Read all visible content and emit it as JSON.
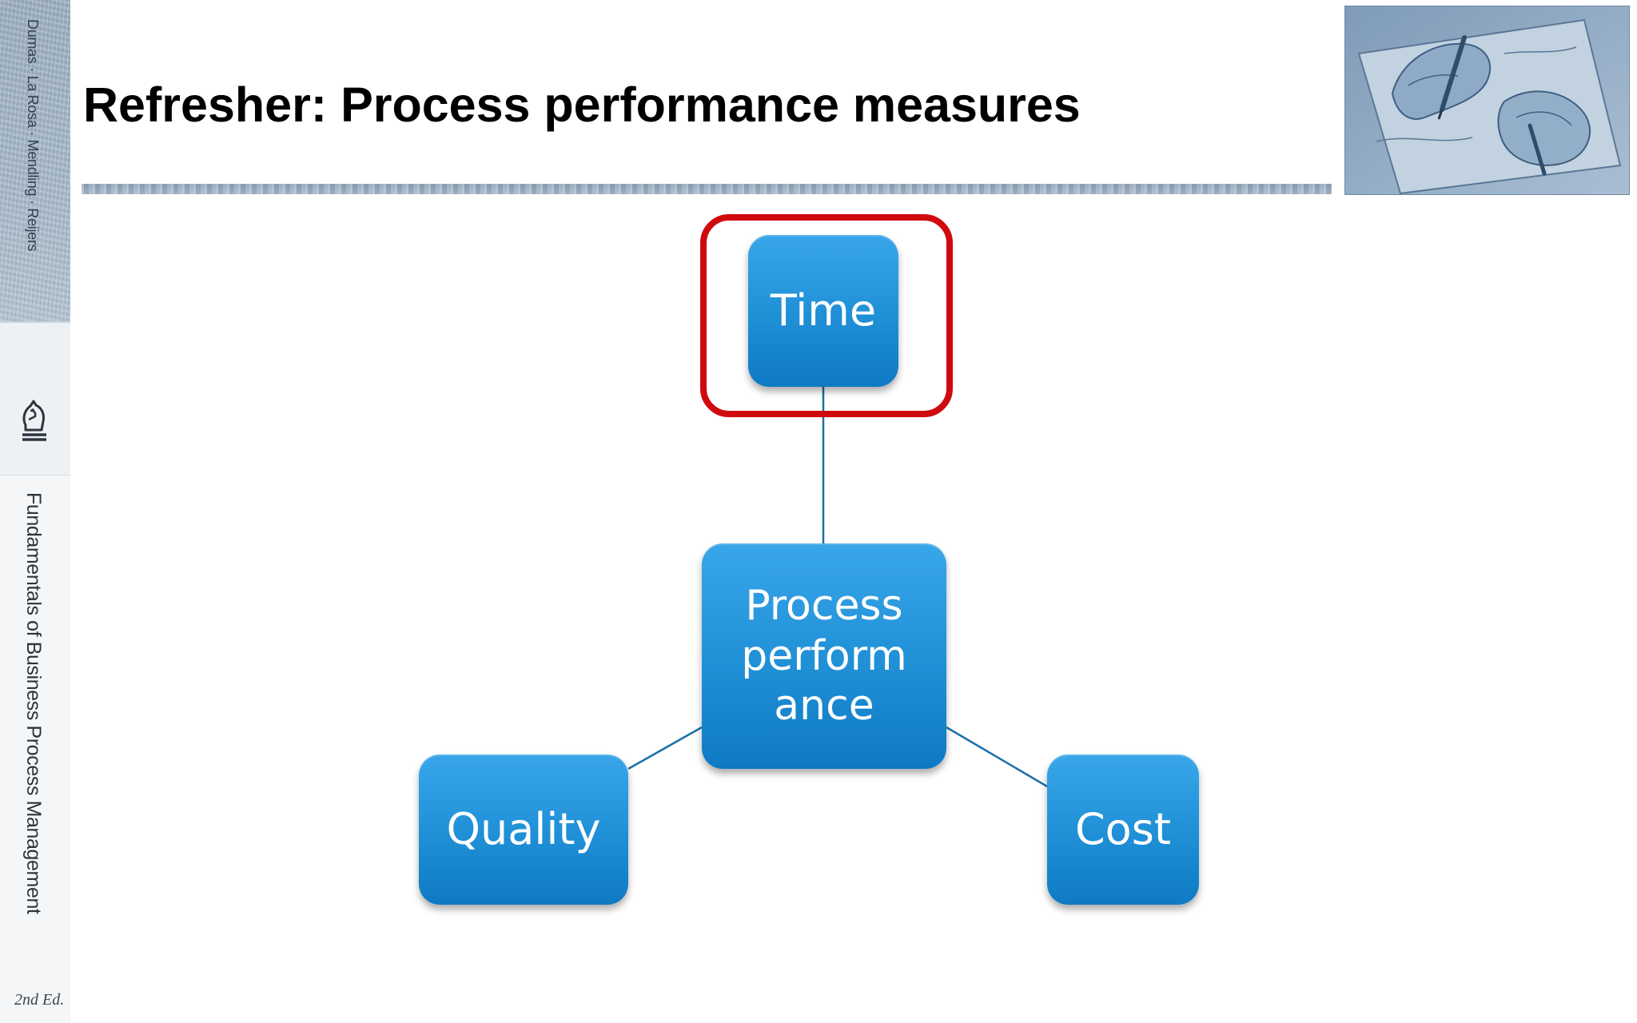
{
  "slide": {
    "title": "Refresher: Process performance measures"
  },
  "spine": {
    "authors": "Dumas · La Rosa · Mendling · Reijers",
    "book_title": "Fundamentals of Business Process Management",
    "edition": "2nd Ed."
  },
  "diagram": {
    "center_label": "Process perform ance",
    "center_lines": [
      "Process",
      "perform",
      "ance"
    ],
    "nodes": {
      "time": "Time",
      "quality": "Quality",
      "cost": "Cost"
    },
    "highlighted": "Time",
    "colors": {
      "node_fill": "#1f8fd6",
      "highlight": "#cf0a0f",
      "connector": "#1c6fa8"
    }
  }
}
